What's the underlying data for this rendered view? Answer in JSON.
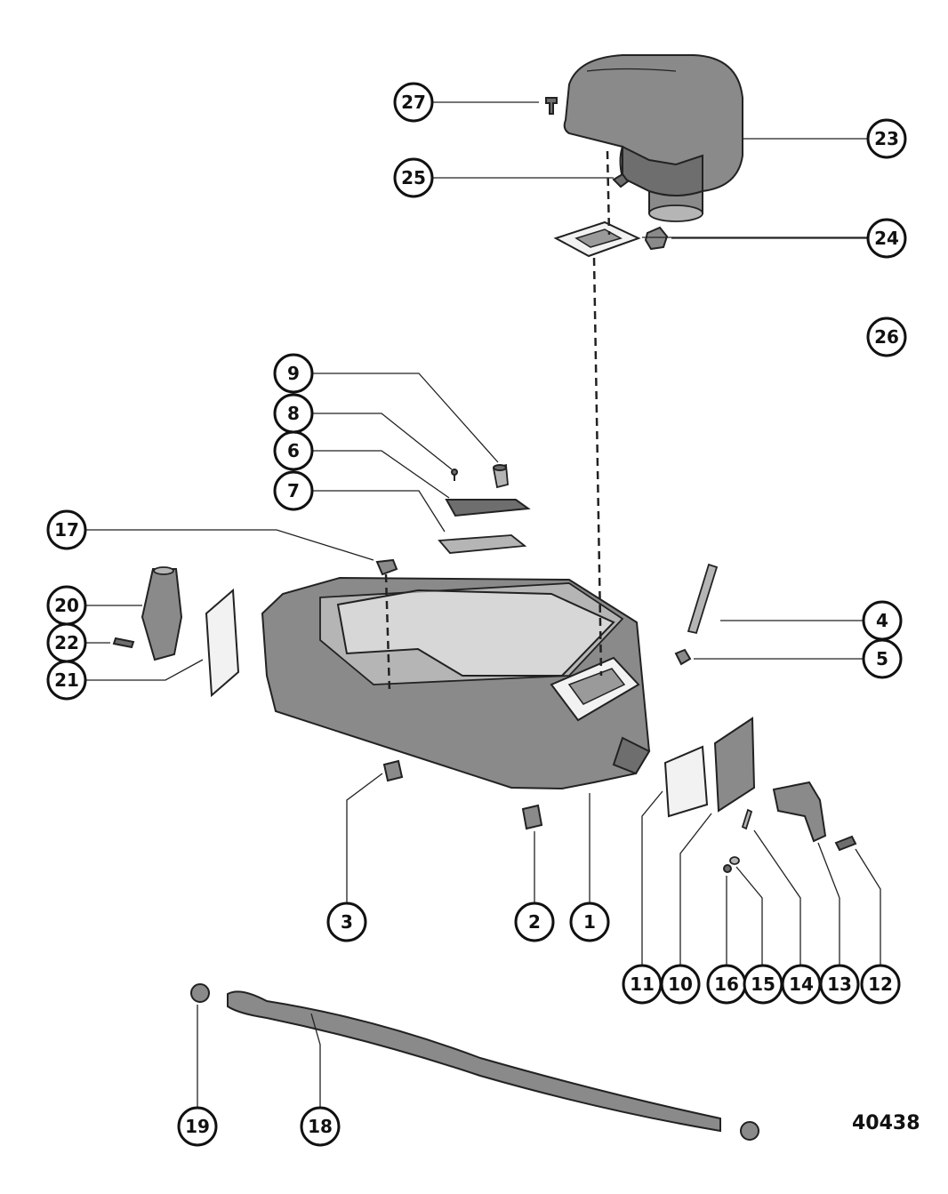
{
  "figure_number": "40438",
  "callouts": {
    "p1": "1",
    "p2": "2",
    "p3": "3",
    "p4": "4",
    "p5": "5",
    "p6": "6",
    "p7": "7",
    "p8": "8",
    "p9": "9",
    "p10": "10",
    "p11": "11",
    "p12": "12",
    "p13": "13",
    "p14": "14",
    "p15": "15",
    "p16": "16",
    "p17": "17",
    "p18": "18",
    "p19": "19",
    "p20": "20",
    "p21": "21",
    "p22": "22",
    "p23": "23",
    "p24": "24",
    "p25": "25",
    "p26": "26",
    "p27": "27"
  }
}
